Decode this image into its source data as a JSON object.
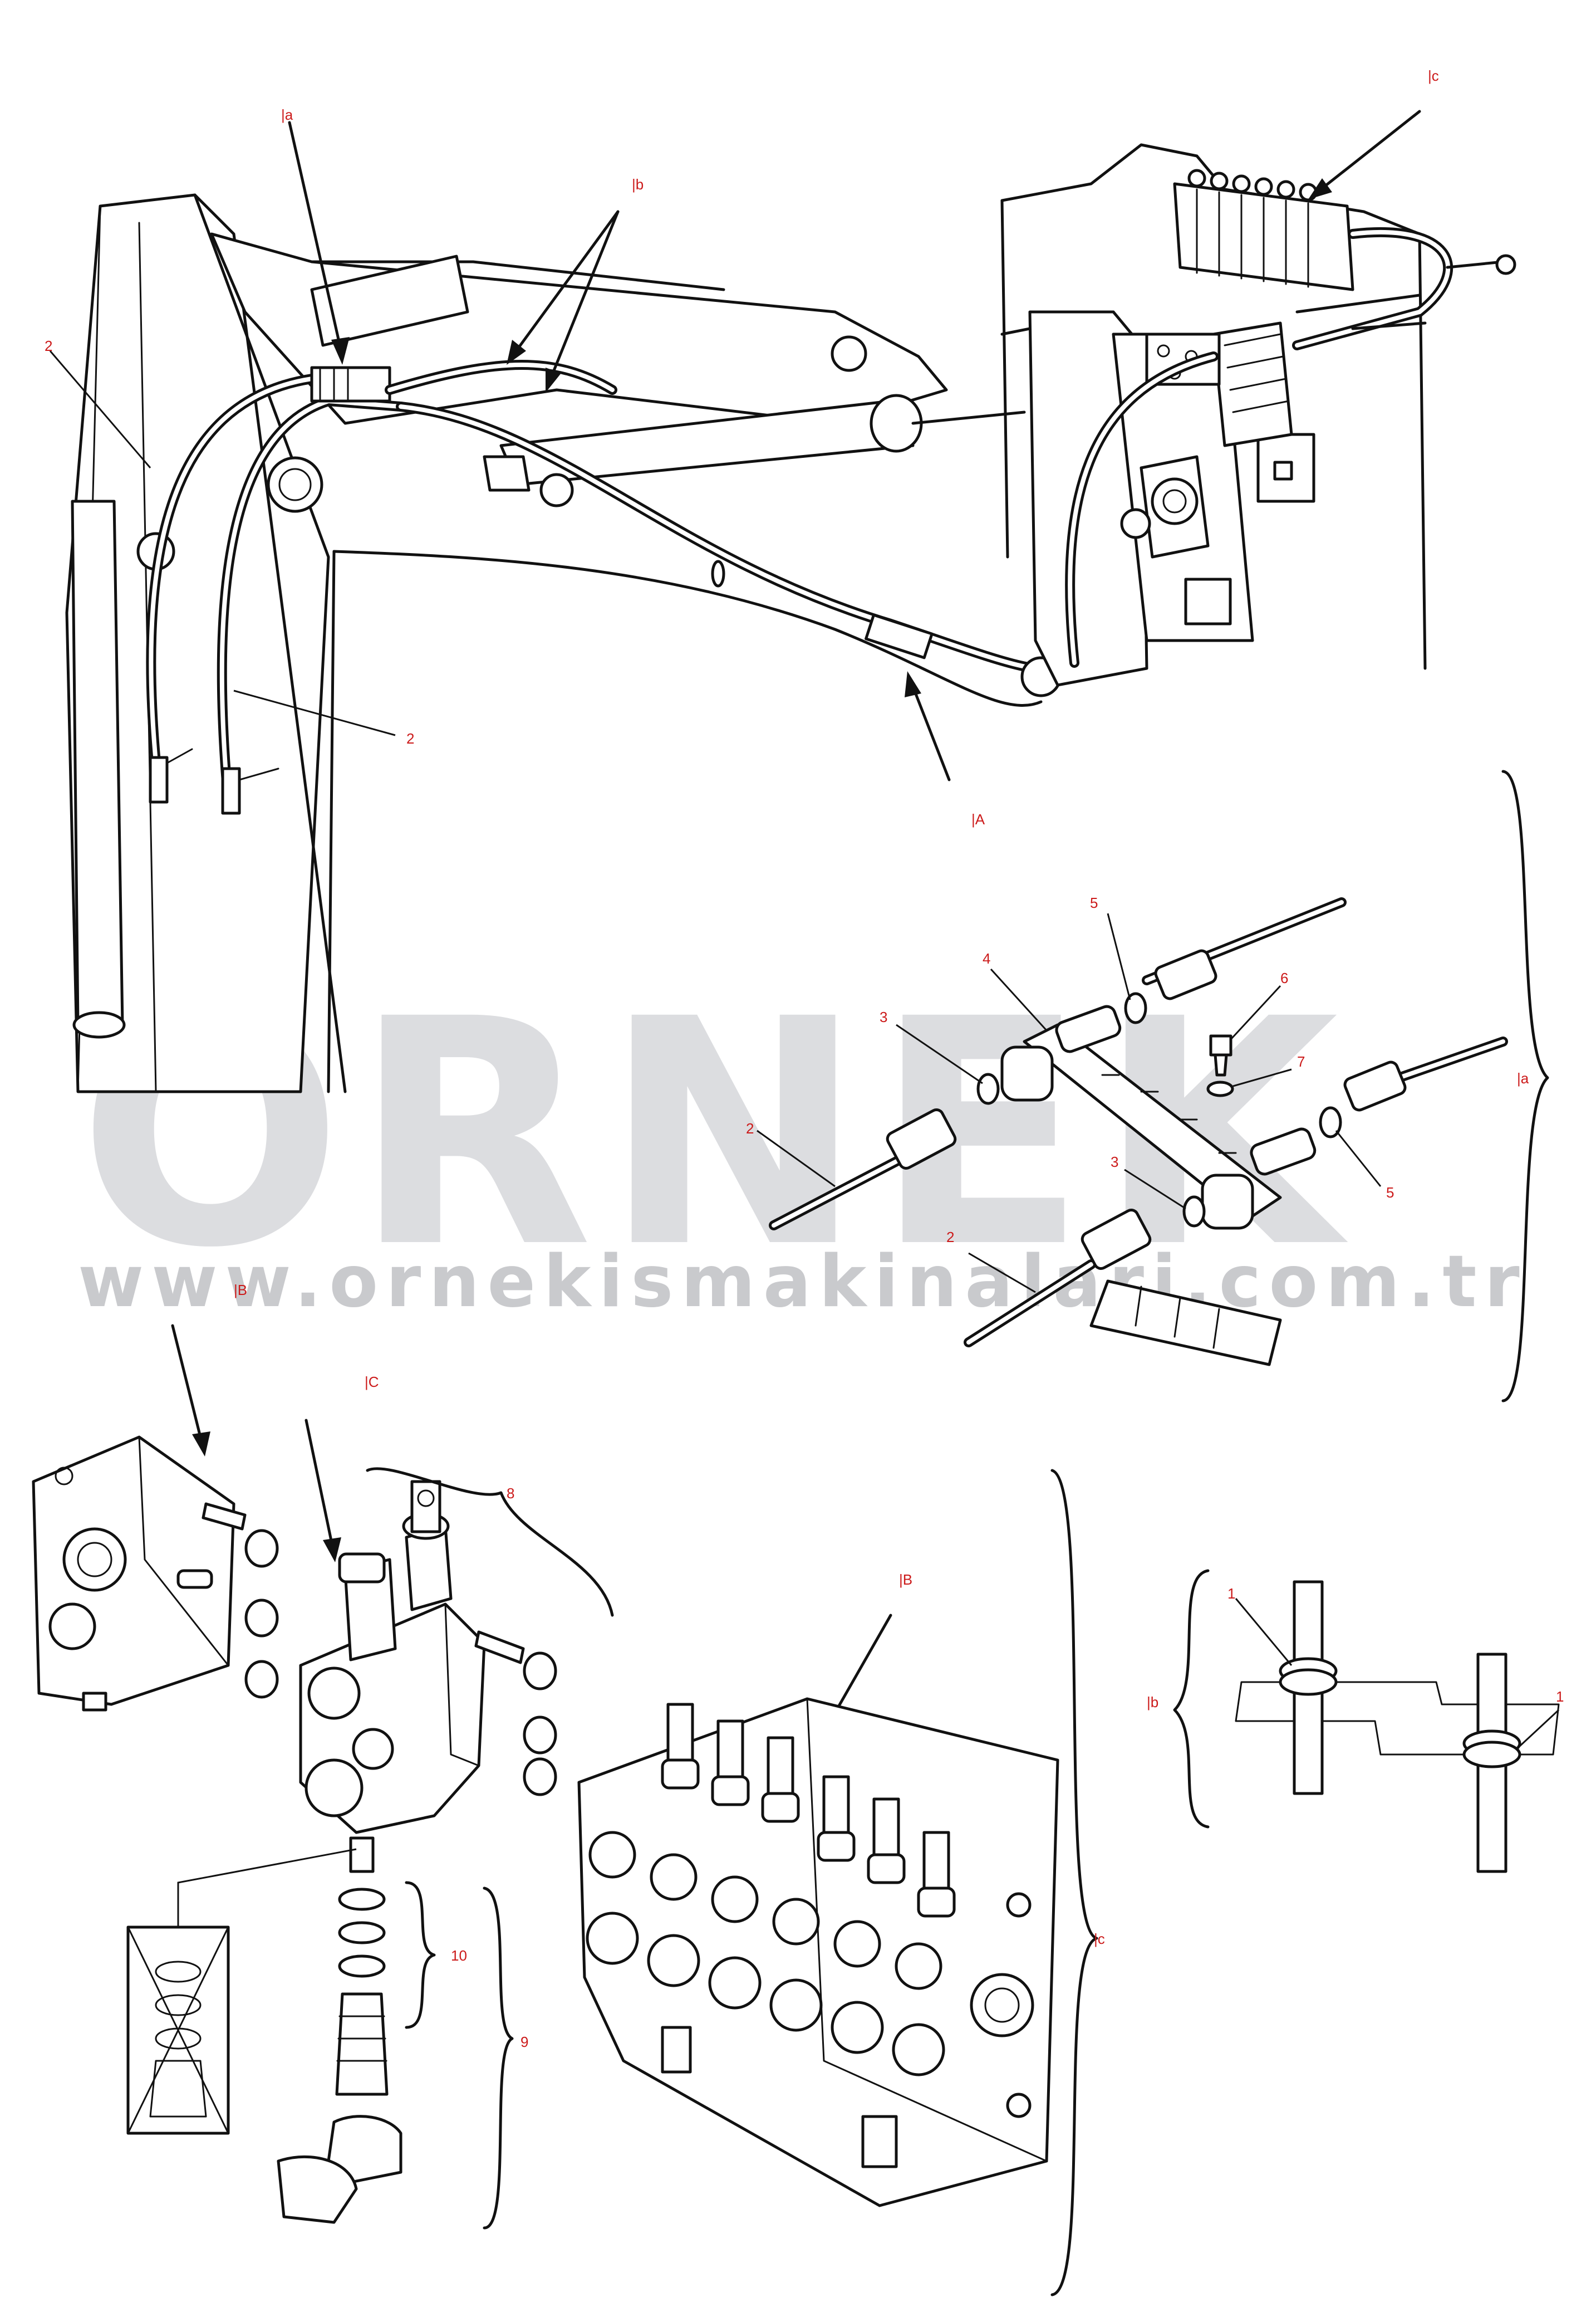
{
  "watermark": {
    "brand": "ÖRNEK",
    "url": "www.ornekismakinalari.com.tr",
    "accent_color": "#f2c94c",
    "text_color": "#dcdde0"
  },
  "labels": {
    "ref_a_top": "|a",
    "ref_b_top": "|b",
    "ref_c_top": "|c",
    "ref_A": "|A",
    "ref_B_left": "|B",
    "ref_C": "|C",
    "ref_B_center": "|B",
    "ref_a_brace": "|a",
    "ref_b_brace": "|b",
    "ref_c_brace": "|c",
    "p2_left_top": "2",
    "p2_boom": "2",
    "p2_detail_a1": "2",
    "p2_detail_a2": "2",
    "p3_a1": "3",
    "p3_a2": "3",
    "p4": "4",
    "p5_a1": "5",
    "p5_a2": "5",
    "p6": "6",
    "p7": "7",
    "p8": "8",
    "p9": "9",
    "p10": "10",
    "p1_a": "1",
    "p1_b": "1"
  },
  "colors": {
    "label": "#cc1a1a",
    "line": "#111111"
  }
}
